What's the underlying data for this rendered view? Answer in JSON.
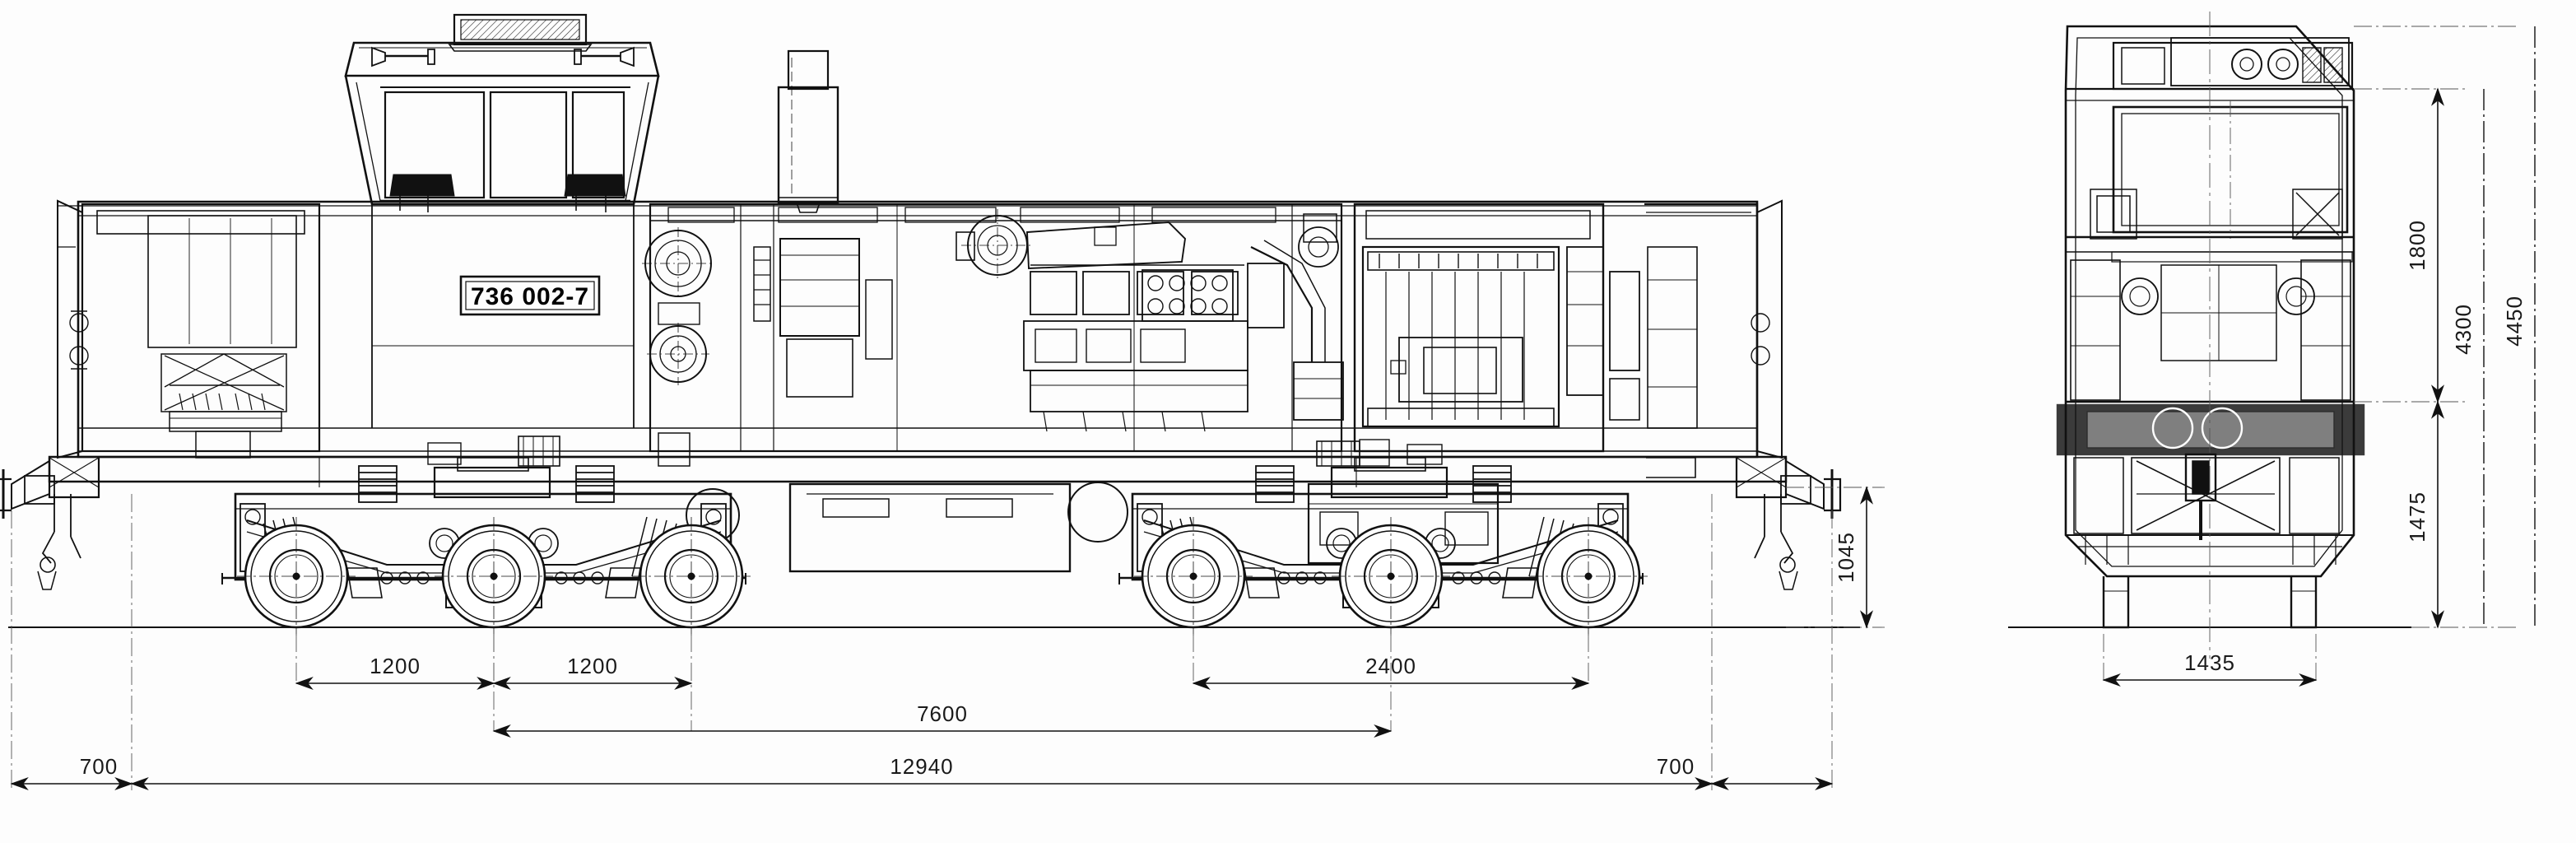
{
  "drawing": {
    "subject": "diesel-hydraulic shunting locomotive general arrangement drawing",
    "views": [
      {
        "id": "side-elevation",
        "name": "side elevation"
      },
      {
        "id": "front-elevation",
        "name": "front / end elevation"
      }
    ],
    "number_plate": "736 002-7",
    "units_note": "mm"
  },
  "dimensions": {
    "side": {
      "axle_spacing_1": "1200",
      "axle_spacing_2": "1200",
      "rear_bogie_wheelbase": "2400",
      "bogie_pivot_distance": "7600",
      "overall_length": "12940",
      "front_overhang": "700",
      "rear_overhang": "700",
      "buffer_height": "1045"
    },
    "front": {
      "cab_width": "1800",
      "height_over_roof": "4300",
      "max_height": "4450",
      "body_half_height": "1475",
      "track_gauge": "1435"
    }
  },
  "icons": {
    "arrow": "dimension-arrow",
    "centerline": "centerline-marker"
  }
}
